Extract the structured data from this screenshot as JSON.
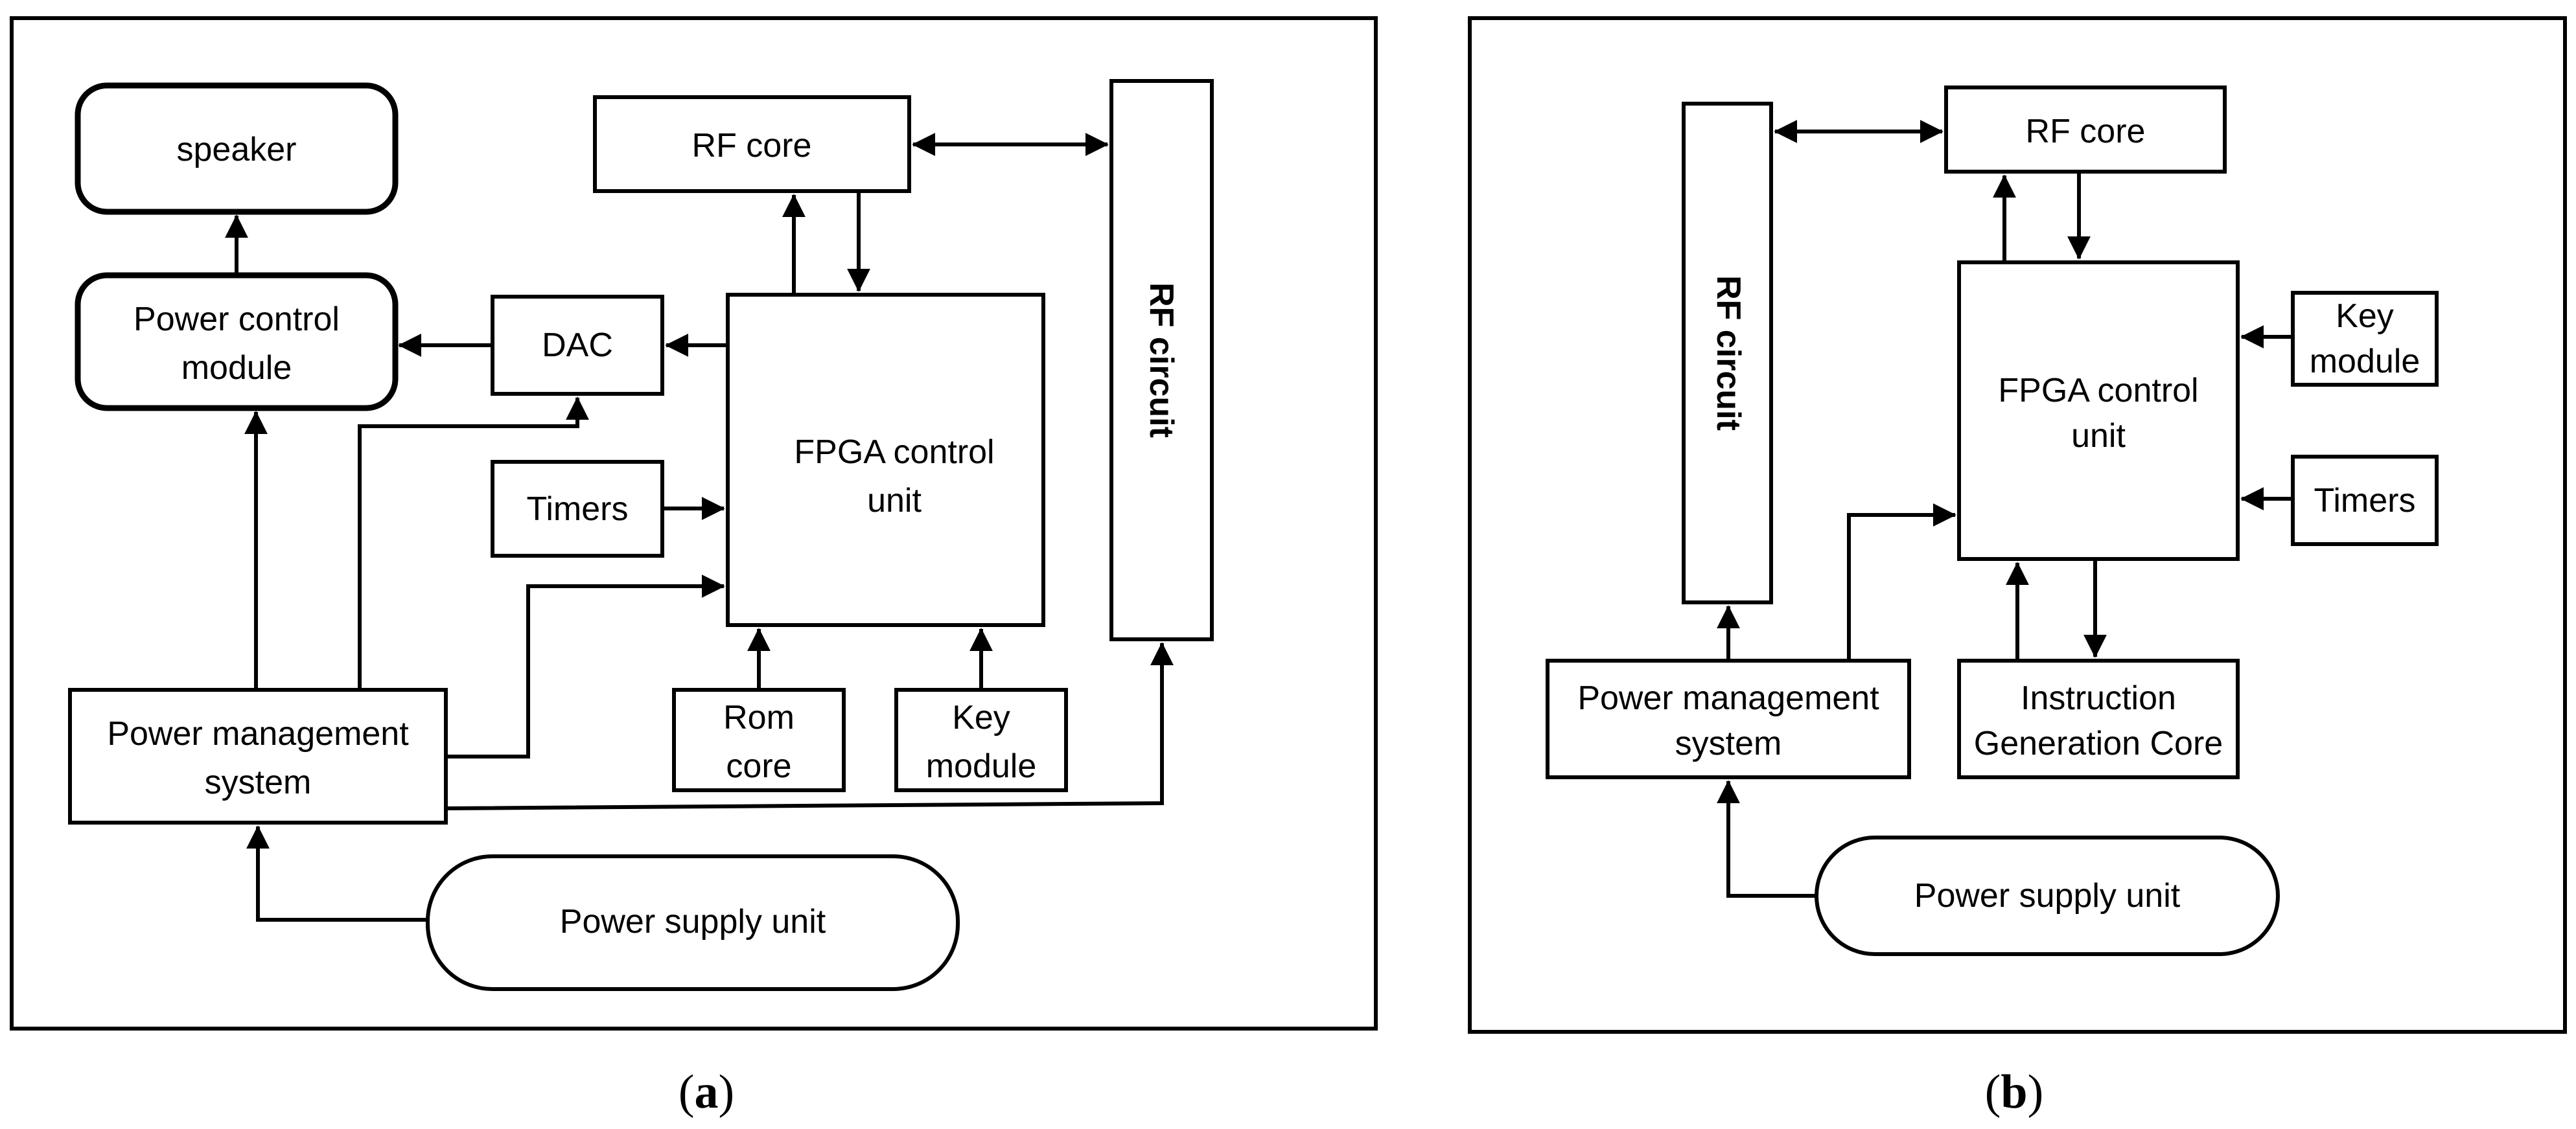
{
  "panel_a": {
    "caption_open": "(",
    "caption_letter": "a",
    "caption_close": ")",
    "speaker": "speaker",
    "power_control_line1": "Power control",
    "power_control_line2": "module",
    "dac": "DAC",
    "rf_core": "RF core",
    "fpga_line1": "FPGA control",
    "fpga_line2": "unit",
    "timers": "Timers",
    "rf_circuit": "RF circuit",
    "pms_line1": "Power management",
    "pms_line2": "system",
    "rom_line1": "Rom",
    "rom_line2": "core",
    "key_line1": "Key",
    "key_line2": "module",
    "psu": "Power supply unit"
  },
  "panel_b": {
    "caption_open": "(",
    "caption_letter": "b",
    "caption_close": ")",
    "rf_circuit": "RF circuit",
    "rf_core": "RF core",
    "fpga_line1": "FPGA control",
    "fpga_line2": "unit",
    "key_line1": "Key",
    "key_line2": "module",
    "timers": "Timers",
    "pms_line1": "Power management",
    "pms_line2": "system",
    "igc_line1": "Instruction",
    "igc_line2": "Generation Core",
    "psu": "Power supply unit"
  }
}
